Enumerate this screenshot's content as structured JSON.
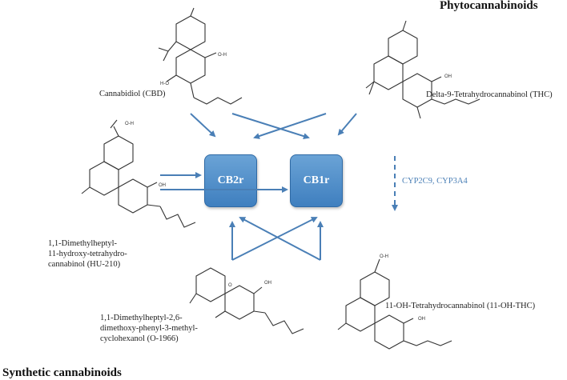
{
  "headings": {
    "phyto": "Phytocannabinoids",
    "synthetic": "Synthetic cannabinoids"
  },
  "receptors": {
    "cb2": "CB2r",
    "cb1": "CB1r"
  },
  "enzymes": "CYP2C9, CYP3A4",
  "compounds": {
    "cbd": "Cannabidiol (CBD)",
    "thc": "Delta-9-Tetrahydrocannabinol (THC)",
    "hu210": [
      "1,1-Dimethylheptyl-",
      "11-hydroxy-tetrahydro-",
      "cannabinol (HU-210)"
    ],
    "o1966": [
      "1,1-Dimethylheptyl-2,6-",
      "dimethoxy-phenyl-3-methyl-",
      "cyclohexanol (O-1966)"
    ],
    "ohthc": "11-OH-Tetrahydrocannabinol (11-OH-THC)"
  },
  "colors": {
    "arrow": "#4a7fb6",
    "receptor": "#4a86c5"
  }
}
